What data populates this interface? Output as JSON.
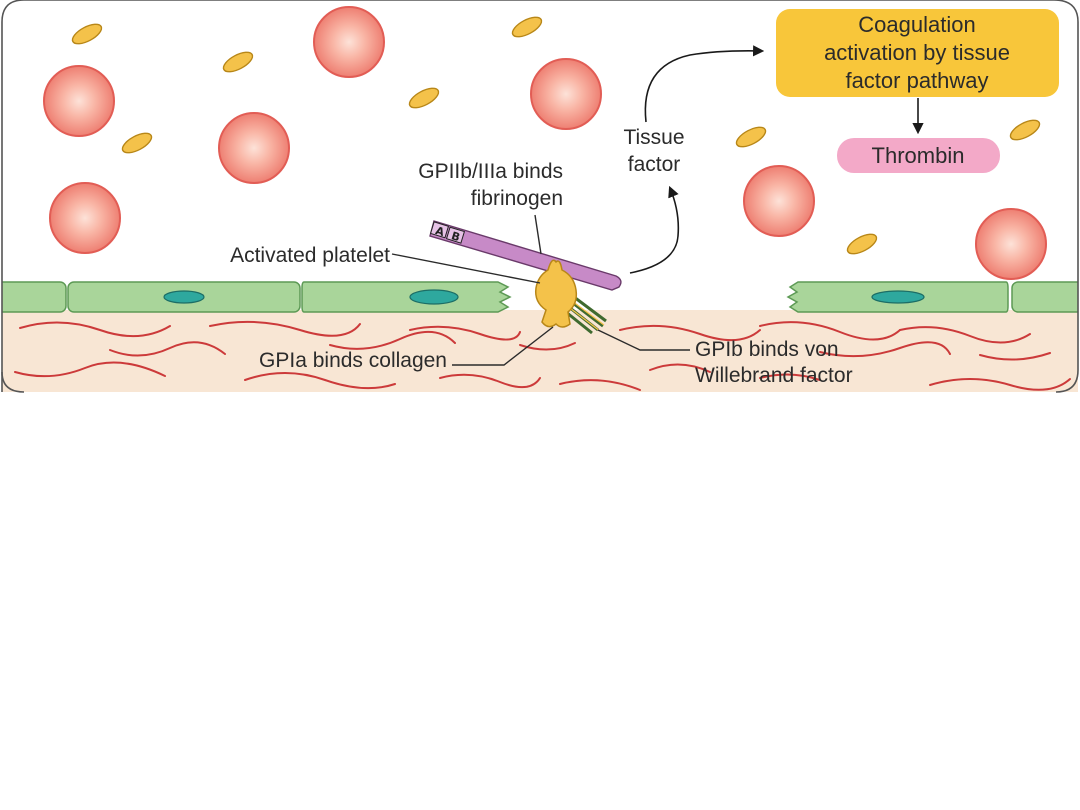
{
  "labels": {
    "coagulation_line1": "Coagulation",
    "coagulation_line2": "activation by tissue",
    "coagulation_line3": "factor pathway",
    "thrombin": "Thrombin",
    "tissue_factor_line1": "Tissue",
    "tissue_factor_line2": "factor",
    "gpiib_line1": "GPIIb/IIIa binds",
    "gpiib_line2": "fibrinogen",
    "activated_platelet": "Activated platelet",
    "gpia": "GPIa binds collagen",
    "gpib_line1": "GPIb binds von",
    "gpib_line2": "Willebrand factor",
    "integrin_mark_a": "A",
    "integrin_mark_b": "B"
  },
  "colors": {
    "rbc_outer": "#e8706a",
    "rbc_inner": "#fbd0c4",
    "platelet": "#f4c24a",
    "endothelium": "#a9d59a",
    "nucleus": "#2ea89e",
    "tissue": "#f8e6d4",
    "collagen": "#cc3a3a",
    "coag_box": "#f8c63a",
    "thrombin_pill": "#f3a9c8",
    "fibrinogen": "#c78ac7"
  }
}
